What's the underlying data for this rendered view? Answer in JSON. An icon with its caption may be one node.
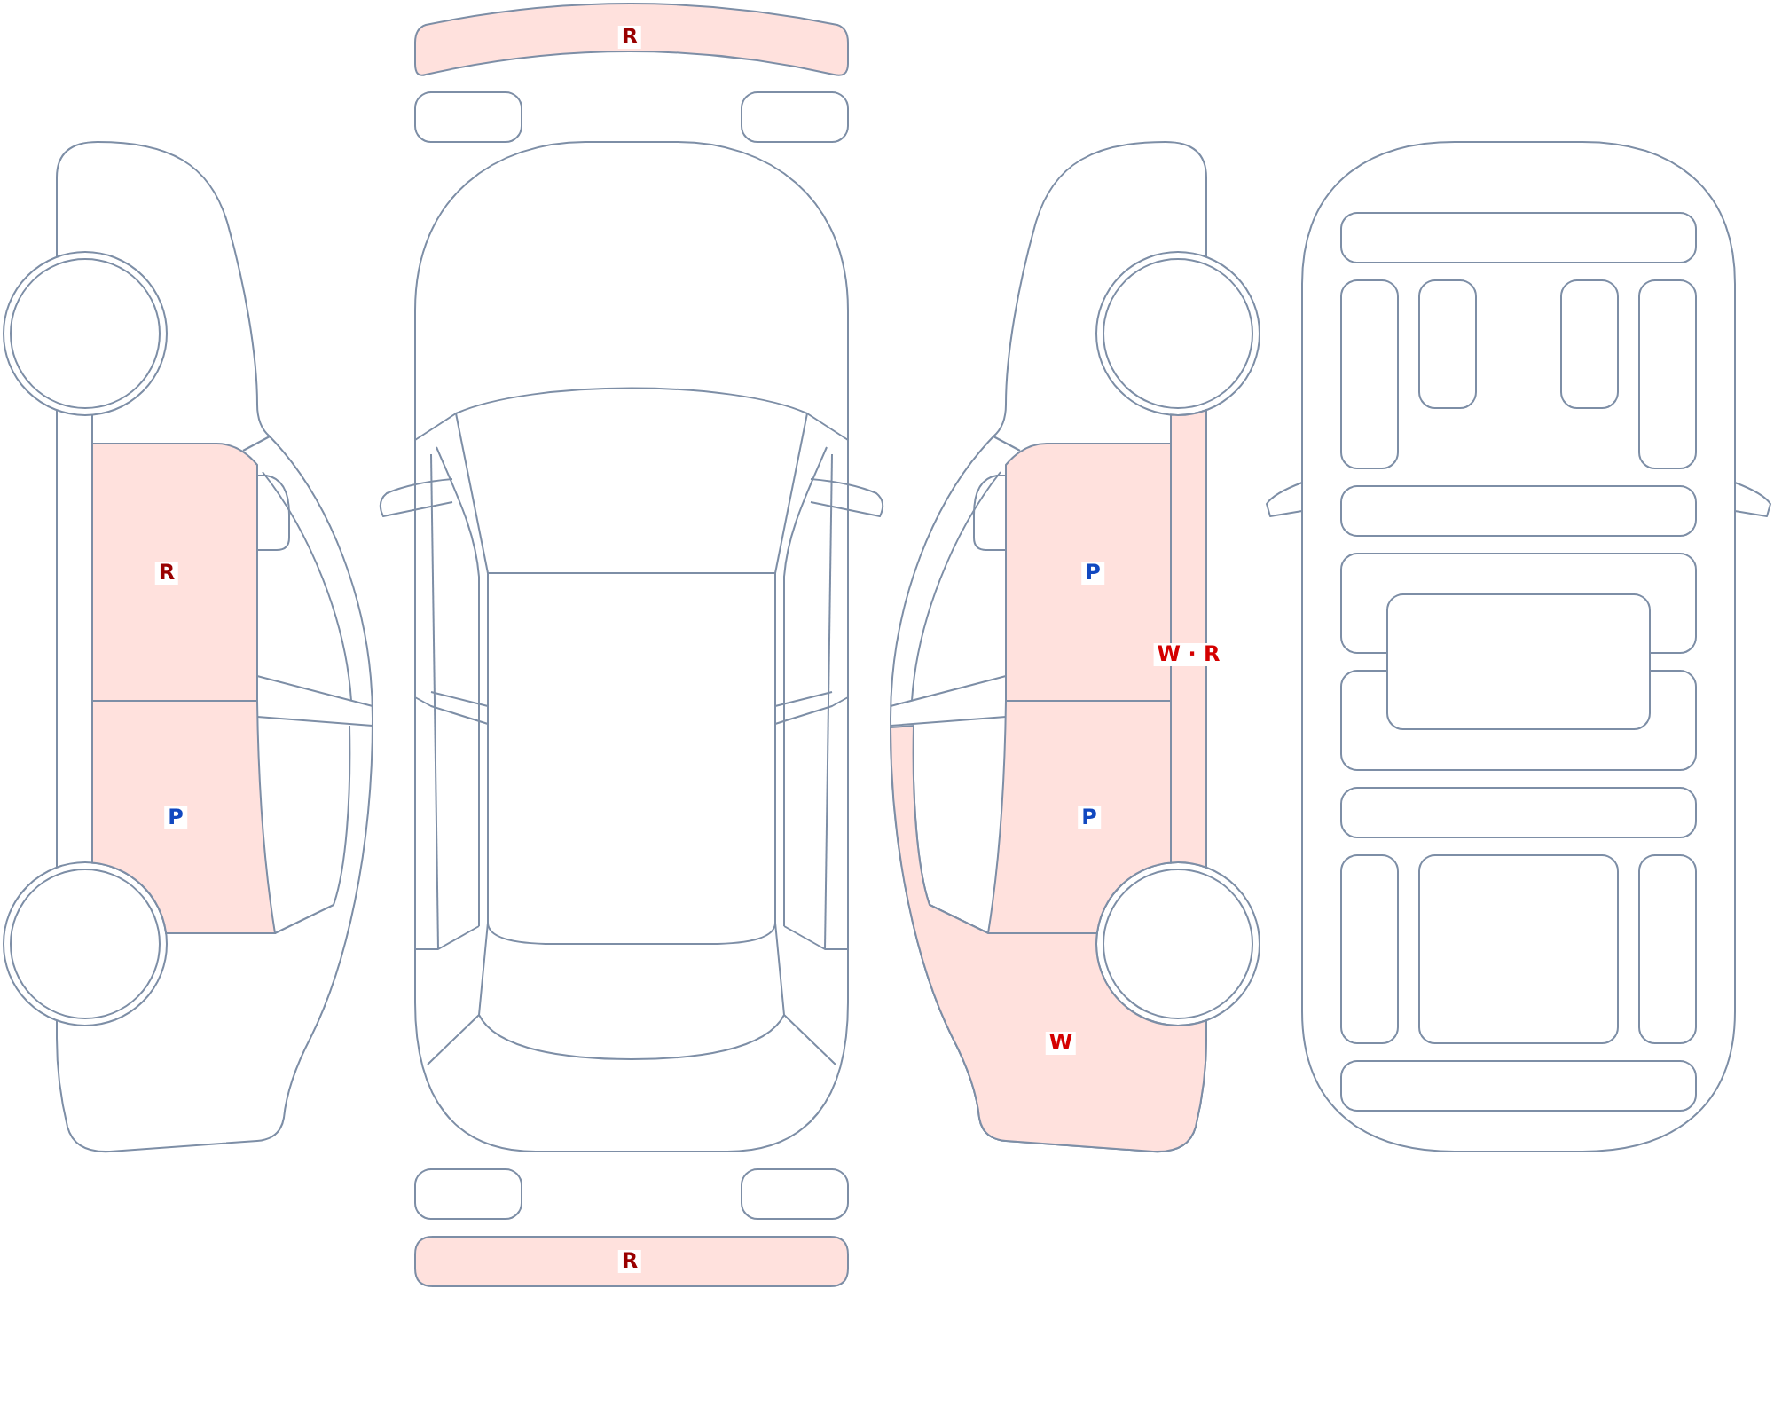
{
  "diagram": {
    "nodes": [
      {
        "text": [
          "R"
        ]
      },
      {
        "text": [
          "R"
        ]
      },
      {
        "text": [
          "P"
        ]
      },
      {
        "text": [
          "W · R"
        ]
      },
      {
        "text": [
          "P"
        ]
      },
      {
        "text": [
          "P"
        ]
      },
      {
        "text": [
          "W"
        ]
      },
      {
        "text": [
          "R"
        ]
      }
    ]
  }
}
